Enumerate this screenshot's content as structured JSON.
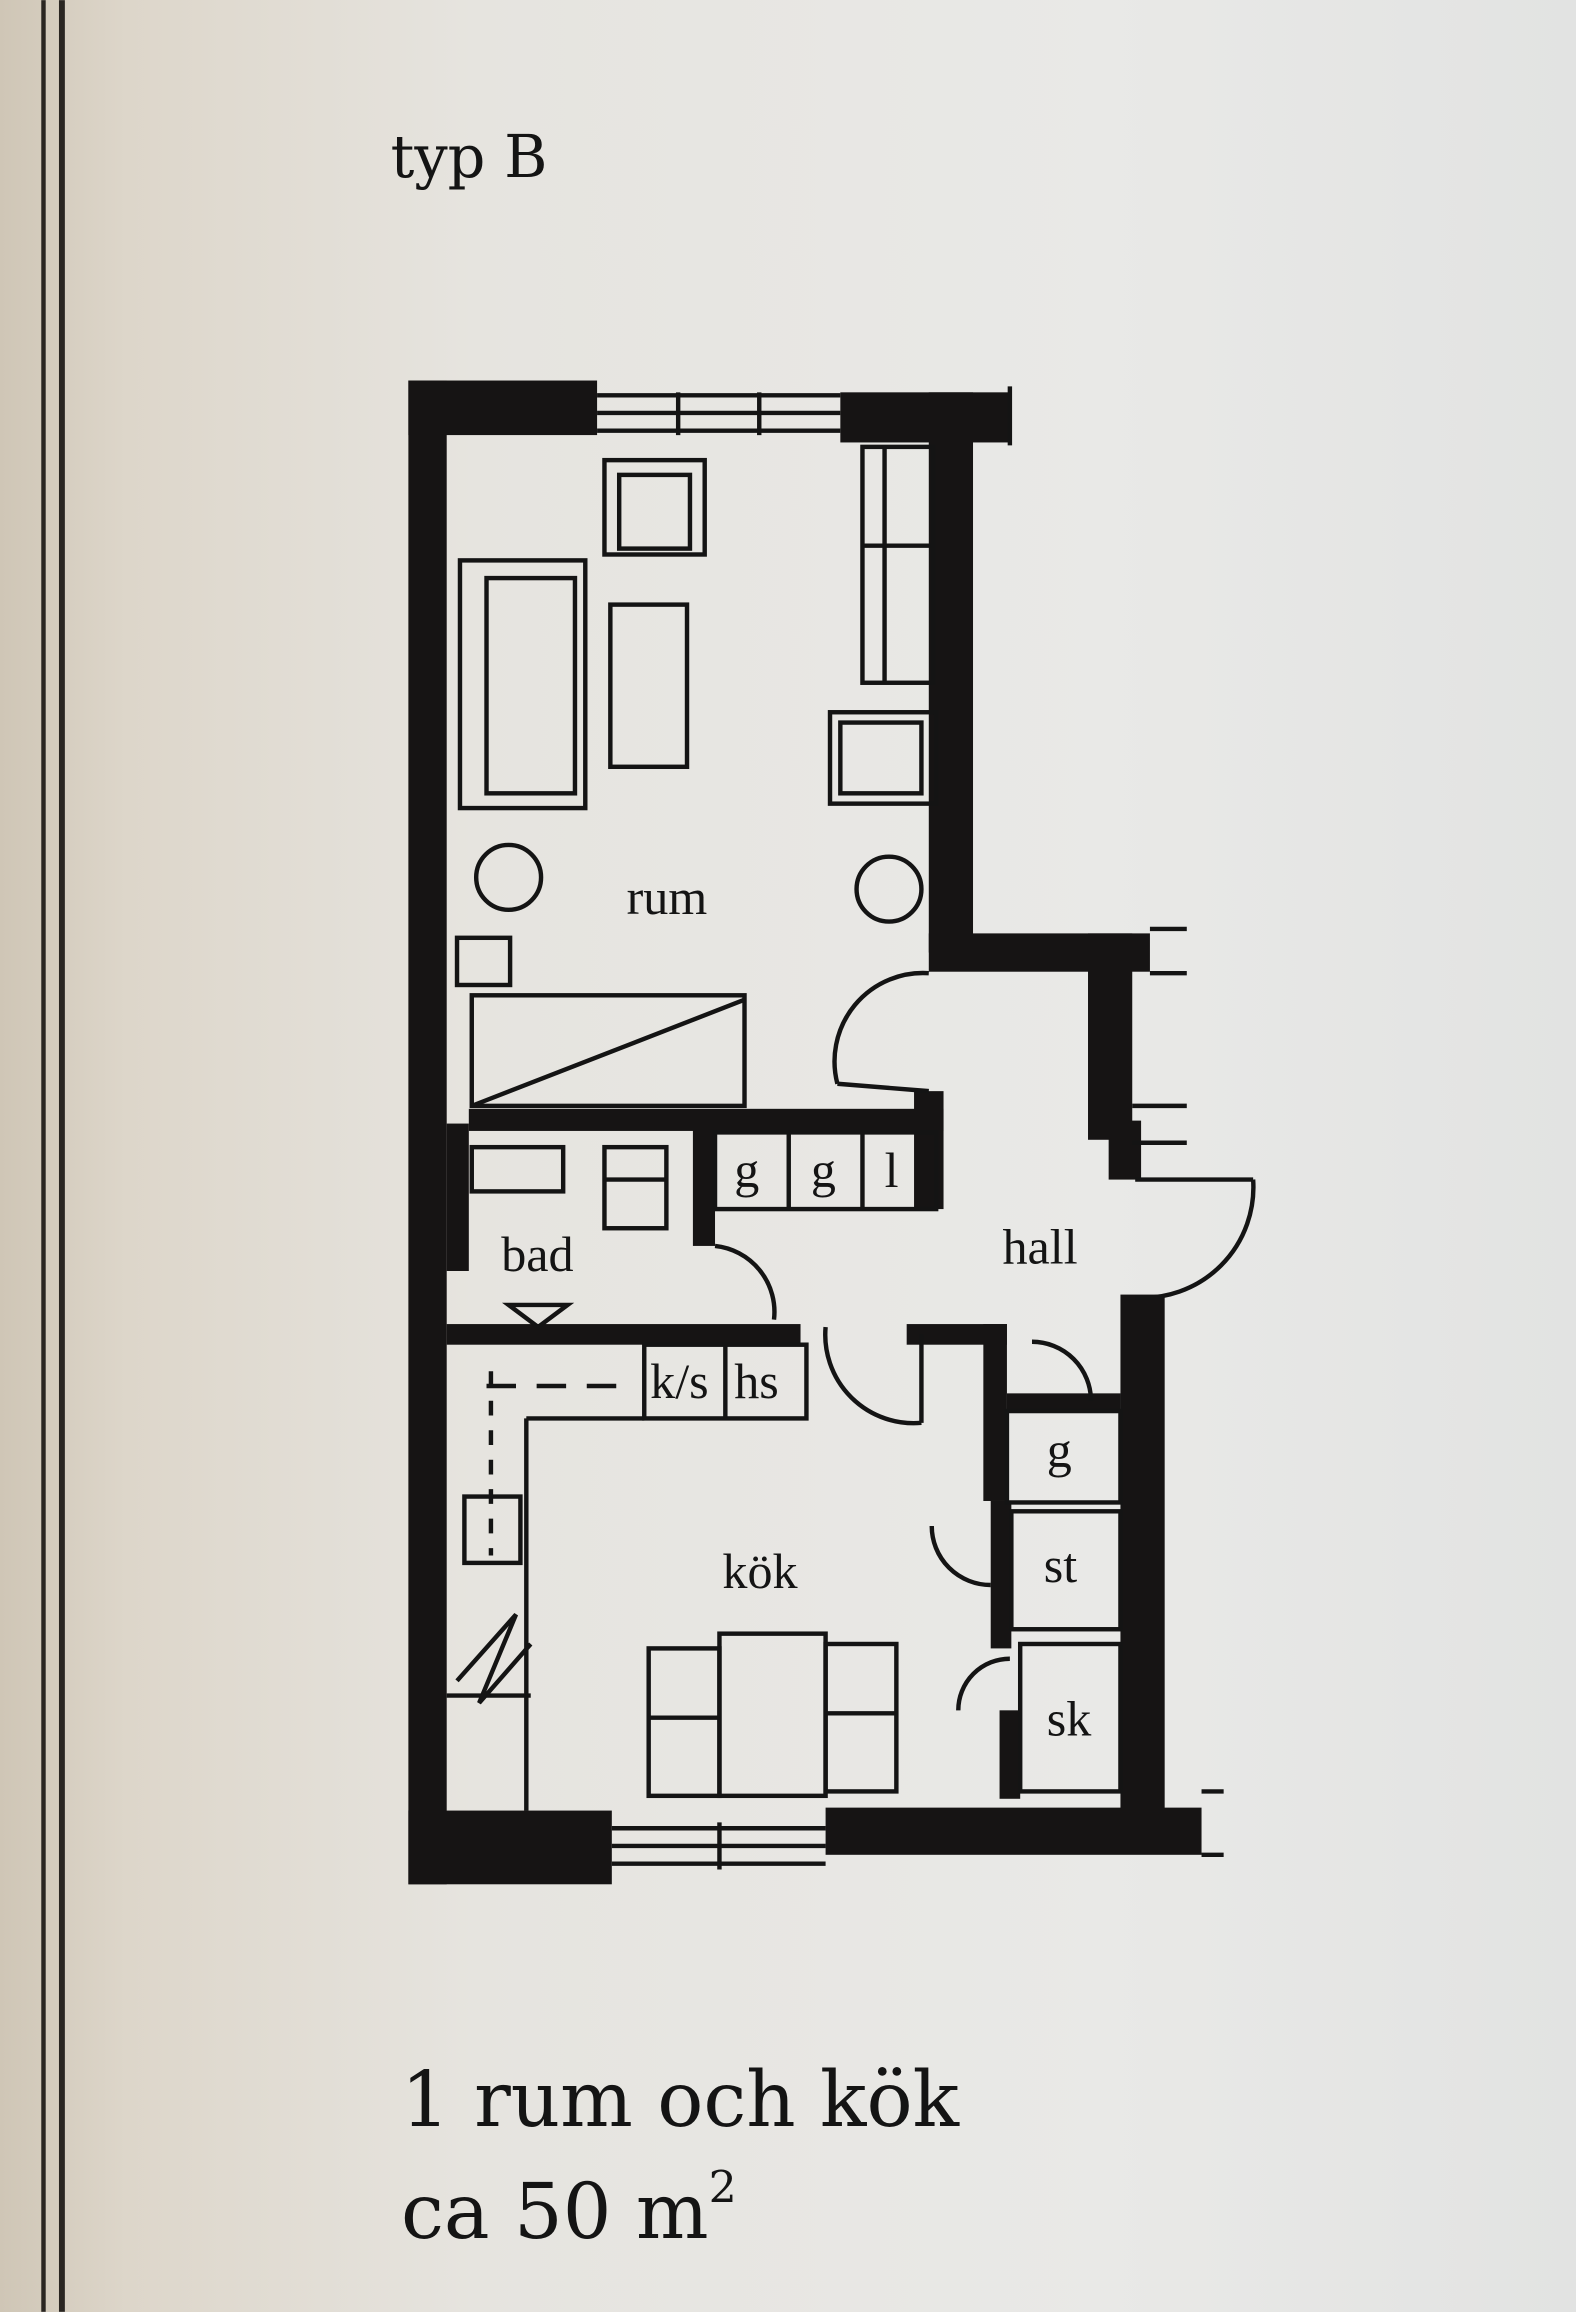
{
  "heading": "typ B",
  "plan_labels": {
    "rum": "rum",
    "bad": "bad",
    "hall": "hall",
    "kok": "kök",
    "closet_g1": "g",
    "closet_g2": "g",
    "closet_l": "l",
    "ks": "k/s",
    "hs": "hs",
    "closet_g3": "g",
    "st": "st",
    "sk": "sk"
  },
  "caption": {
    "title": "1 rum och kök",
    "area_prefix": "ca 50 m",
    "area_sup": "2"
  },
  "colors": {
    "ink": "#161414",
    "paper": "#e8e8e6"
  }
}
